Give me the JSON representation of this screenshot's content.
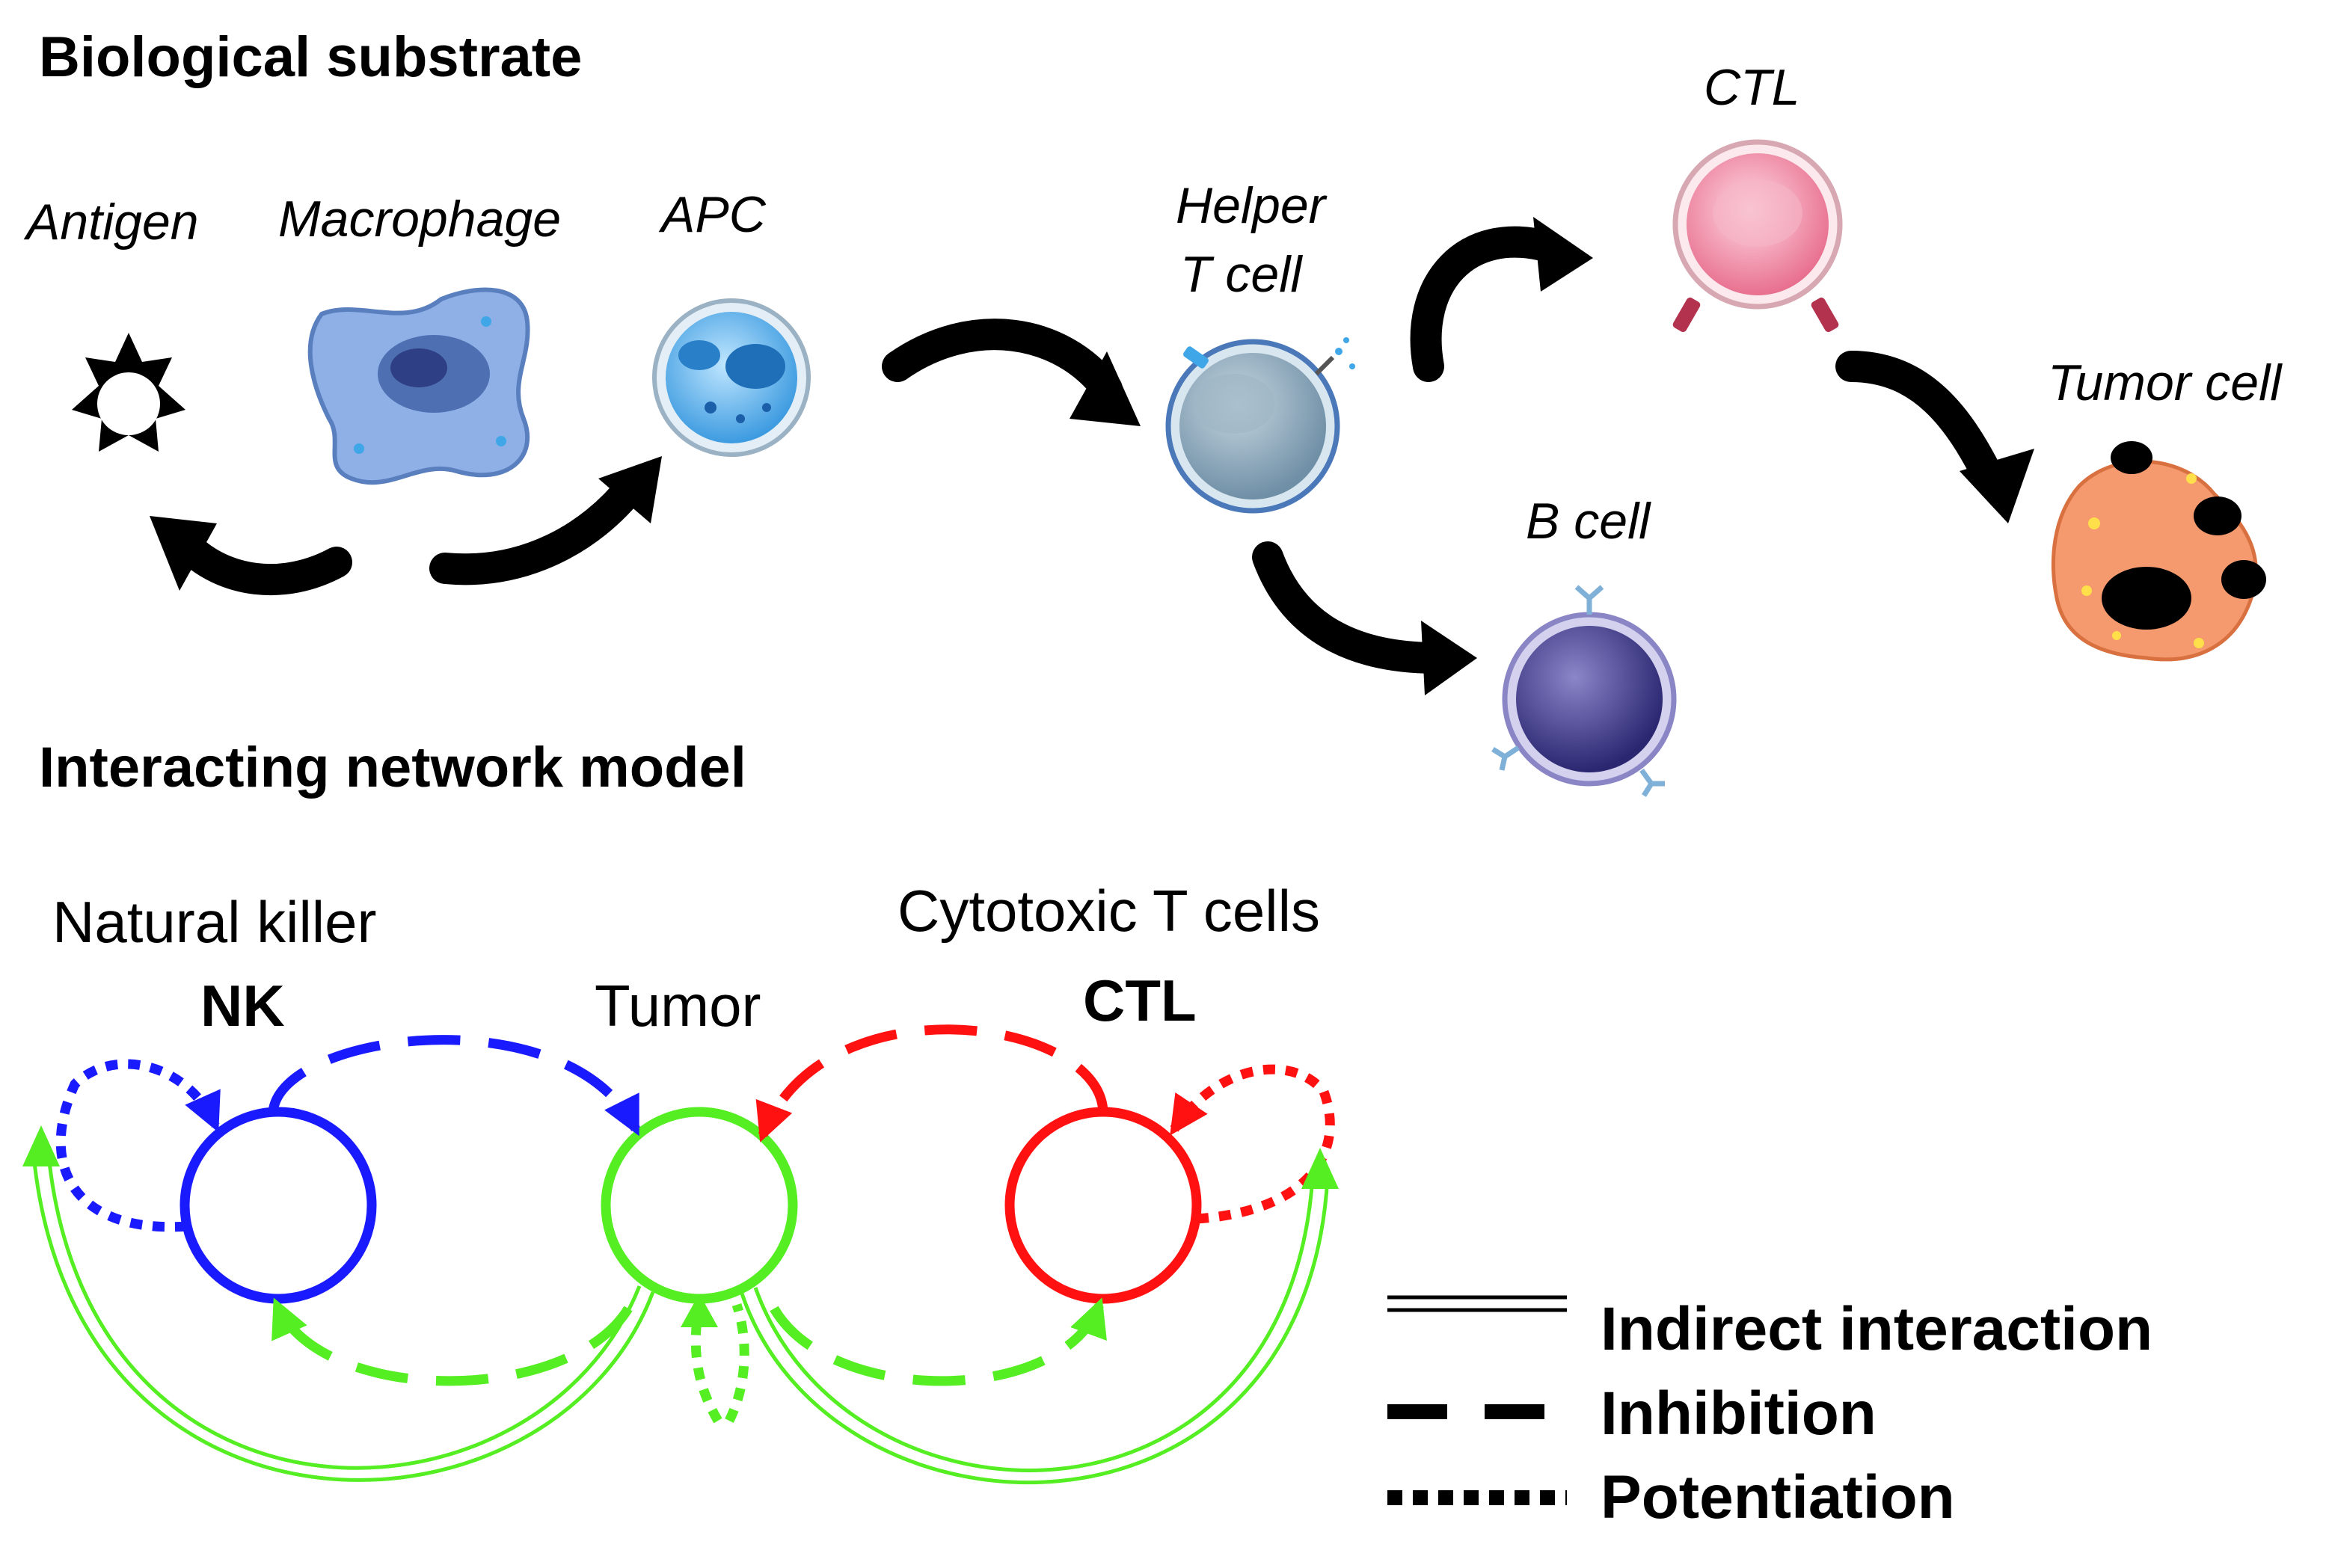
{
  "sections": {
    "top": "Biological substrate",
    "bottom": "Interacting network model"
  },
  "cells": {
    "antigen": "Antigen",
    "macrophage": "Macrophage",
    "apc": "APC",
    "helper_line1": "Helper",
    "helper_line2": "T cell",
    "ctl": "CTL",
    "b_cell": "B cell",
    "tumor_cell": "Tumor cell"
  },
  "network": {
    "nk_name": "Natural killer",
    "nk_abbr": "NK",
    "tumor": "Tumor",
    "ctl_name": "Cytotoxic T cells",
    "ctl_abbr": "CTL"
  },
  "legend": {
    "indirect": "Indirect interaction",
    "inhibition": "Inhibition",
    "potentiation": "Potentiation"
  },
  "colors": {
    "nk": "#1a1aff",
    "tumor": "#55ee22",
    "ctl": "#ff1111"
  }
}
